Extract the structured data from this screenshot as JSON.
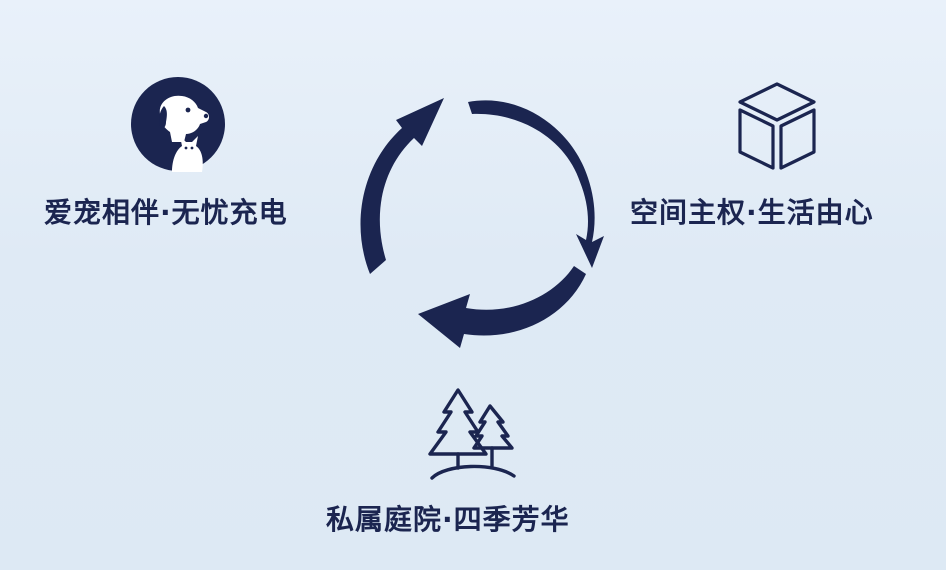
{
  "diagram": {
    "nodes": [
      {
        "id": "pet",
        "label": "爱宠相伴·无忧充电",
        "icon": "pet-icon"
      },
      {
        "id": "space",
        "label": "空间主权·生活由心",
        "icon": "cube-icon"
      },
      {
        "id": "garden",
        "label": "私属庭院·四季芳华",
        "icon": "trees-icon"
      }
    ],
    "cycle_icon": "cycle-arrows-icon",
    "colors": {
      "primary": "#1b2550",
      "background_top": "#e9f1fa",
      "background_bottom": "#dde9f4"
    }
  }
}
